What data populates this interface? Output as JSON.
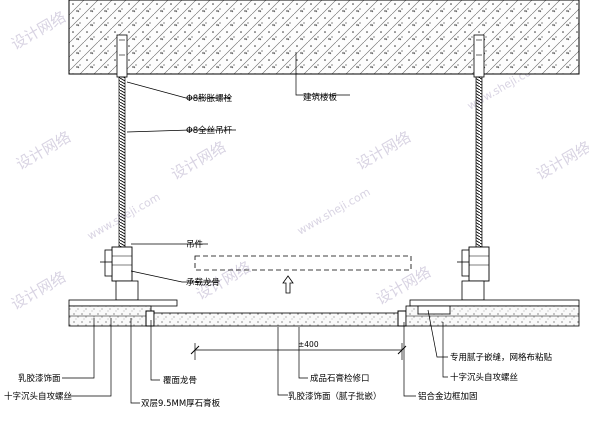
{
  "labels": {
    "expansion_bolt": "Φ8膨胀螺栓",
    "building_slab": "建筑楼板",
    "threaded_rod": "Φ8全丝吊杆",
    "hanger": "吊件",
    "main_keel": "承载龙骨",
    "dim_400": "±400",
    "latex_paint": "乳胶漆饰面",
    "cover_keel": "覆面龙骨",
    "gypsum_access": "成品石膏检修口",
    "tape_mesh": "专用腻子嵌缝，网格布粘贴",
    "countersunk_screw_left": "十字沉头自攻螺丝",
    "double_gypsum": "双层9.5MM厚石膏板",
    "latex_paint_putty": "乳胶漆饰面（腻子批嵌）",
    "aluminum_frame": "铝合金边框加固",
    "countersunk_screw_right": "十字沉头自攻螺丝"
  },
  "watermark": {
    "text": "设计网络",
    "url": "www.sheji.com"
  },
  "colors": {
    "line": "#000000",
    "hatch": "#555555",
    "watermark": "#b9b0cc"
  }
}
